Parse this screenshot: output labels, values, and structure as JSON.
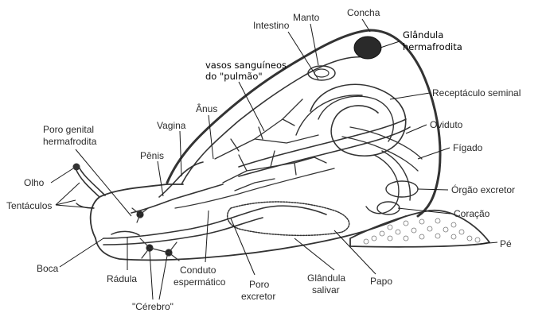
{
  "labels": {
    "manto": "Manto",
    "concha": "Concha",
    "glandula_herm_1": "Glândula",
    "glandula_herm_2": "hermafrodita",
    "intestino": "Intestino",
    "vasos_1": "vasos sanguíneos",
    "vasos_2": "do \"pulmão\"",
    "receptaculo": "Receptáculo seminal",
    "anus": "Ânus",
    "oviduto": "Oviduto",
    "poro_gen_1": "Poro genital",
    "poro_gen_2": "hermafrodita",
    "vagina": "Vagina",
    "figado": "Fígado",
    "penis": "Pênis",
    "olho": "Olho",
    "orgao_excretor": "Órgão excretor",
    "tentaculos": "Tentáculos",
    "coracao": "Coração",
    "pe": "Pé",
    "boca": "Boca",
    "radula": "Rádula",
    "conduto_1": "Conduto",
    "conduto_2": "espermático",
    "poro_exc_1": "Poro",
    "poro_exc_2": "excretor",
    "glandula_sal_1": "Glândula",
    "glandula_sal_2": "salivar",
    "papo": "Papo",
    "cerebro": "\"Cérebro\""
  }
}
